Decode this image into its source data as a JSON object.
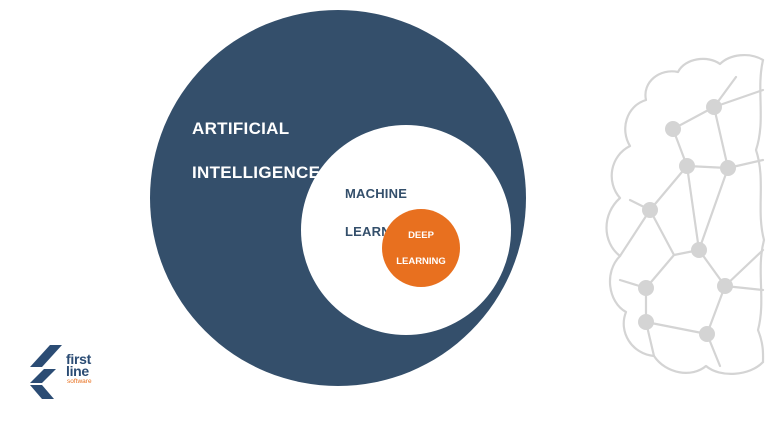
{
  "colors": {
    "navy": "#344f6b",
    "orange": "#e8701f",
    "white": "#ffffff",
    "brain_gray": "#d4d4d4",
    "logo_navy": "#2b4c74",
    "logo_orange": "#e8701f"
  },
  "diagram": {
    "outer": {
      "line1": "ARTIFICIAL",
      "line2": "INTELLIGENCE"
    },
    "middle": {
      "line1": "MACHINE",
      "line2": "LEARNING"
    },
    "inner": {
      "line1": "DEEP",
      "line2": "LEARNING"
    }
  },
  "decoration": {
    "icon": "brain-network-icon"
  },
  "logo": {
    "line1": "first",
    "line2": "line",
    "sub": "software",
    "icon": "first-line-logo-icon"
  }
}
